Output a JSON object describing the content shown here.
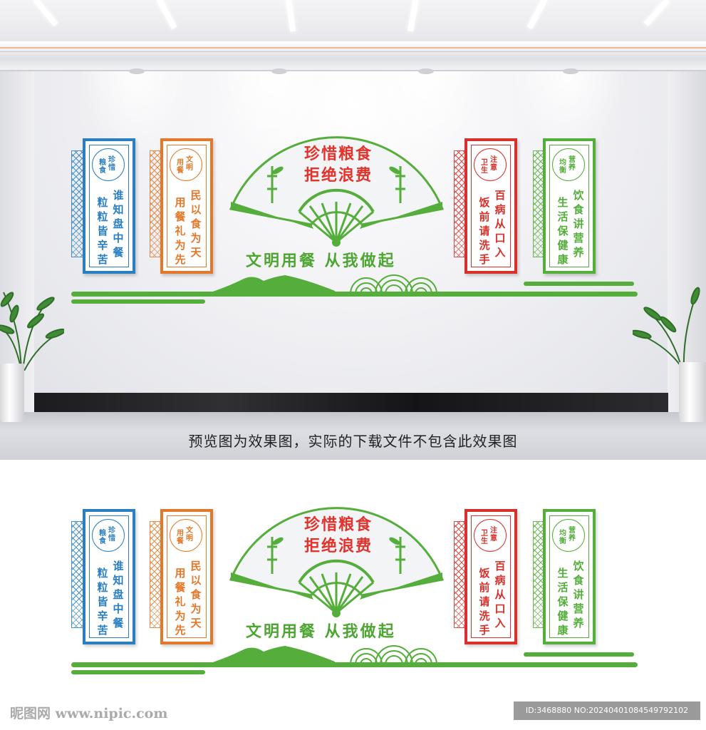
{
  "preview_notice": "预览图为效果图，实际的下载文件不包含此效果图",
  "display": {
    "fan_title_line1": "珍惜粮食",
    "fan_title_line2": "拒绝浪费",
    "slogan": "文明用餐  从我做起",
    "panels": [
      {
        "seal_a": "珍惜",
        "seal_b": "粮食",
        "col_right": "谁知盘中餐",
        "col_left": "粒粒皆辛苦",
        "color": "#2a7ec2"
      },
      {
        "seal_a": "文明",
        "seal_b": "用餐",
        "col_right": "民以食为天",
        "col_left": "用餐礼为先",
        "color": "#e4782a"
      },
      {
        "seal_a": "注意",
        "seal_b": "卫生",
        "col_right": "百病从口入",
        "col_left": "饭前请洗手",
        "color": "#d8302b"
      },
      {
        "seal_a": "营养",
        "seal_b": "均衡",
        "col_right": "饮食讲营养",
        "col_left": "生活保健康",
        "color": "#55ad3b"
      }
    ]
  },
  "footer": {
    "site_logo": "昵图网 www.nipic.com",
    "id_text": "ID:3468880 NO:20240401084549792102"
  },
  "colors": {
    "green": "#55ad3b",
    "red": "#e2322b",
    "blue": "#2a7ec2",
    "orange": "#e4782a"
  }
}
